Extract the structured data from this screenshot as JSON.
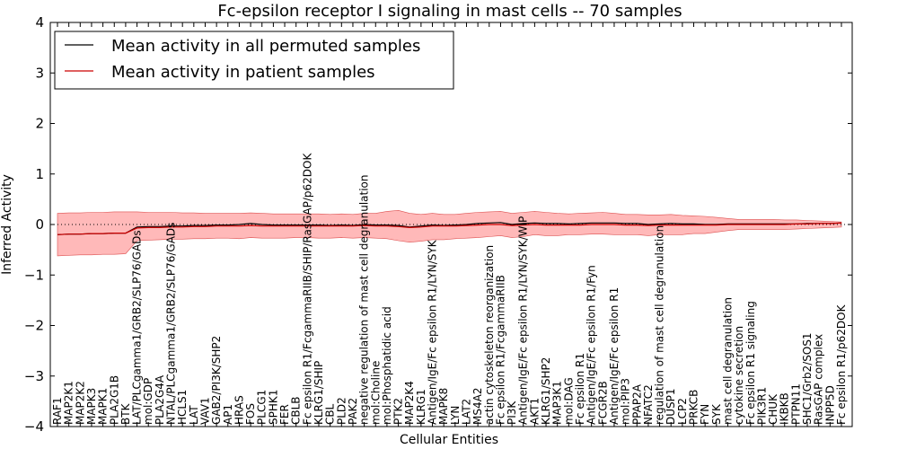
{
  "chart_data": {
    "type": "line",
    "title": "Fc-epsilon receptor I signaling in mast cells -- 70 samples",
    "xlabel": "Cellular Entities",
    "ylabel": "Inferred Activity",
    "ylim": [
      -4,
      4
    ],
    "yticks": [
      "−4",
      "−3",
      "−2",
      "−1",
      "0",
      "1",
      "2",
      "3",
      "4"
    ],
    "legend_position": "upper-left",
    "categories": [
      "RAF1",
      "MAP2K1",
      "MAP2K2",
      "MAPK3",
      "MAPK1",
      "PLA2G1B",
      "BTK",
      "LAT/PLCgamma1/GRB2/SLP76/GADs",
      "mol:GDP",
      "PLA2G4A",
      "NTAL/PLCgamma1/GRB2/SLP76/GADs",
      "HCLS1",
      "LAT",
      "VAV1",
      "GAB2/PI3K/SHP2",
      "AP1",
      "HRAS",
      "FOS",
      "PLCG1",
      "SPHK1",
      "FER",
      "CBLB",
      "Fc epsilon R1/FcgammaRIIB/SHIP/RasGAP/p62DOK",
      "KLRG1/SHIP",
      "CBL",
      "PLD2",
      "PAK2",
      "negative regulation of mast cell degranulation",
      "mol:Choline",
      "mol:Phosphatidic acid",
      "PTK2",
      "MAP2K4",
      "KLRG1",
      "Antigen/IgE/Fc epsilon R1/LYN/SYK",
      "MAPK8",
      "LYN",
      "LAT2",
      "MS4A2",
      "actin cytoskeleton reorganization",
      "Fc epsilon R1/FcgammaRIIB",
      "PI3K",
      "Antigen/IgE/Fc epsilon R1/LYN/SYK/WIP",
      "AKT1",
      "KLRG1/SHP2",
      "MAP3K1",
      "mol:DAG",
      "Fc epsilon R1",
      "Antigen/IgE/Fc epsilon R1/Fyn",
      "FCGR2B",
      "Antigen/IgE/Fc epsilon R1",
      "mol:PIP3",
      "PPAP2A",
      "NFATC2",
      "regulation of mast cell degranulation",
      "DUSP1",
      "LCP2",
      "PRKCB",
      "FYN",
      "SYK",
      "mast cell degranulation",
      "cytokine secretion",
      "Fc epsilon R1 signaling",
      "PIK3R1",
      "CHUK",
      "IKBKB",
      "PTPN11",
      "SHC1/Grb2/SOS1",
      "RasGAP complex",
      "INPP5D",
      "Fc epsilon R1/p62DOK"
    ],
    "series": [
      {
        "name": "Mean activity in all permuted samples",
        "color": "#000000",
        "values": [
          -0.2,
          -0.19,
          -0.19,
          -0.18,
          -0.18,
          -0.17,
          -0.17,
          -0.05,
          -0.04,
          -0.04,
          -0.03,
          -0.03,
          -0.02,
          -0.02,
          -0.01,
          -0.01,
          0.0,
          0.02,
          0.0,
          -0.01,
          -0.01,
          -0.01,
          -0.01,
          -0.01,
          -0.02,
          -0.01,
          -0.02,
          0.0,
          -0.01,
          -0.01,
          -0.02,
          -0.05,
          -0.03,
          -0.01,
          -0.02,
          -0.01,
          0.0,
          0.02,
          0.03,
          0.04,
          0.0,
          0.02,
          0.03,
          0.02,
          0.02,
          0.01,
          0.02,
          0.03,
          0.03,
          0.03,
          0.02,
          0.02,
          0.0,
          0.01,
          0.02,
          0.01,
          0.01,
          0.0,
          0.0,
          0.01,
          0.01,
          0.01,
          0.01,
          0.01,
          0.01,
          0.01,
          0.02,
          0.02,
          0.02,
          0.03
        ]
      },
      {
        "name": "Mean activity in patient samples",
        "color": "#cc0000",
        "values": [
          -0.2,
          -0.19,
          -0.19,
          -0.18,
          -0.18,
          -0.17,
          -0.17,
          -0.07,
          -0.06,
          -0.06,
          -0.05,
          -0.05,
          -0.04,
          -0.04,
          -0.03,
          -0.03,
          -0.03,
          -0.02,
          -0.03,
          -0.03,
          -0.03,
          -0.03,
          -0.03,
          -0.03,
          -0.03,
          -0.03,
          -0.03,
          -0.02,
          -0.03,
          -0.03,
          -0.04,
          -0.06,
          -0.05,
          -0.03,
          -0.03,
          -0.03,
          -0.02,
          -0.01,
          0.0,
          0.0,
          -0.02,
          -0.01,
          0.0,
          -0.01,
          -0.01,
          -0.01,
          -0.01,
          0.0,
          0.0,
          0.0,
          -0.01,
          -0.01,
          -0.02,
          -0.01,
          -0.01,
          -0.01,
          -0.01,
          -0.01,
          -0.01,
          0.0,
          0.0,
          0.0,
          0.0,
          0.0,
          0.0,
          0.01,
          0.01,
          0.02,
          0.02,
          0.03
        ]
      }
    ],
    "band": {
      "color": "#ff8080",
      "lower": [
        -0.62,
        -0.61,
        -0.6,
        -0.6,
        -0.59,
        -0.59,
        -0.58,
        -0.32,
        -0.31,
        -0.3,
        -0.29,
        -0.29,
        -0.28,
        -0.28,
        -0.27,
        -0.27,
        -0.28,
        -0.26,
        -0.27,
        -0.27,
        -0.27,
        -0.26,
        -0.26,
        -0.27,
        -0.27,
        -0.26,
        -0.27,
        -0.26,
        -0.27,
        -0.28,
        -0.32,
        -0.35,
        -0.33,
        -0.3,
        -0.3,
        -0.28,
        -0.27,
        -0.26,
        -0.24,
        -0.22,
        -0.26,
        -0.24,
        -0.2,
        -0.22,
        -0.22,
        -0.2,
        -0.2,
        -0.19,
        -0.19,
        -0.2,
        -0.2,
        -0.2,
        -0.22,
        -0.2,
        -0.2,
        -0.2,
        -0.18,
        -0.18,
        -0.15,
        -0.12,
        -0.1,
        -0.1,
        -0.1,
        -0.1,
        -0.1,
        -0.09,
        -0.08,
        -0.07,
        -0.06,
        -0.05
      ],
      "upper": [
        0.22,
        0.23,
        0.23,
        0.24,
        0.24,
        0.25,
        0.25,
        0.25,
        0.24,
        0.24,
        0.24,
        0.23,
        0.23,
        0.22,
        0.22,
        0.22,
        0.22,
        0.23,
        0.22,
        0.21,
        0.21,
        0.21,
        0.21,
        0.21,
        0.2,
        0.21,
        0.2,
        0.22,
        0.22,
        0.26,
        0.28,
        0.22,
        0.2,
        0.22,
        0.2,
        0.2,
        0.22,
        0.24,
        0.25,
        0.26,
        0.22,
        0.24,
        0.26,
        0.24,
        0.22,
        0.21,
        0.22,
        0.23,
        0.24,
        0.22,
        0.2,
        0.2,
        0.19,
        0.19,
        0.2,
        0.18,
        0.17,
        0.16,
        0.14,
        0.12,
        0.1,
        0.1,
        0.1,
        0.1,
        0.09,
        0.09,
        0.08,
        0.07,
        0.06,
        0.05
      ]
    }
  }
}
